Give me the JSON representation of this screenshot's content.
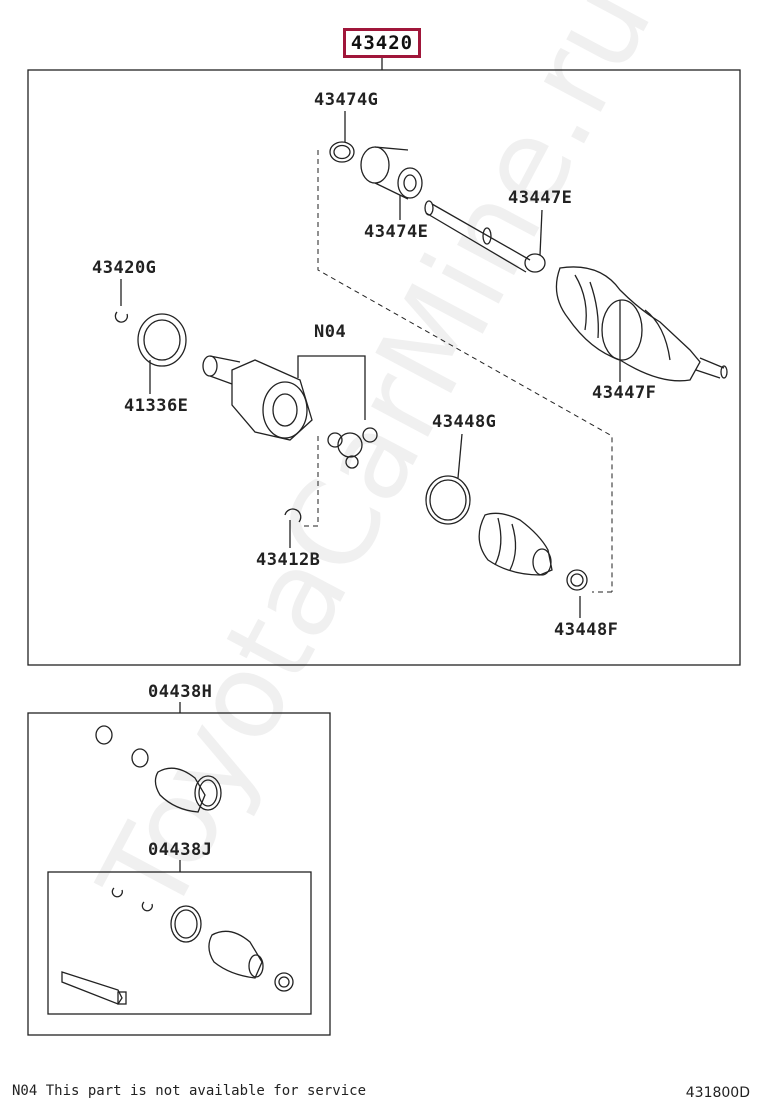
{
  "assembly": {
    "main_part": "43420"
  },
  "parts": {
    "p43474G": "43474G",
    "p43474E": "43474E",
    "p43447E": "43447E",
    "p43420G": "43420G",
    "p41336E": "41336E",
    "pN04": "N04",
    "p43447F": "43447F",
    "p43448G": "43448G",
    "p43412B": "43412B",
    "p43448F": "43448F"
  },
  "kits": {
    "kit_h": "04438H",
    "kit_j": "04438J"
  },
  "footer": {
    "note": "N04 This part is not available for service",
    "figure_id": "431800D"
  },
  "watermark": "ToyotaCarMine.ru"
}
